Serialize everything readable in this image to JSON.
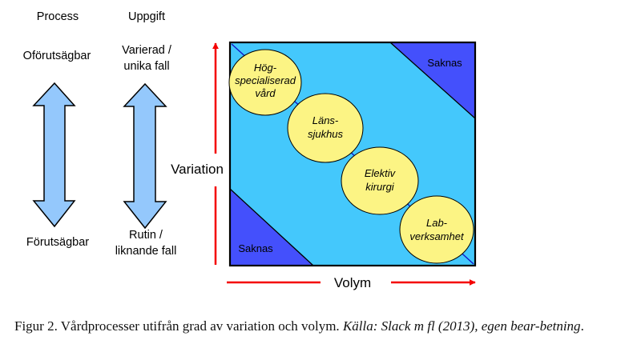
{
  "left_columns": {
    "process": {
      "header": "Process",
      "top_label": "Oförutsägbar",
      "bottom_label": "Förutsägbar"
    },
    "task": {
      "header": "Uppgift",
      "top_label_line1": "Varierad /",
      "top_label_line2": "unika fall",
      "bottom_label_line1": "Rutin /",
      "bottom_label_line2": "liknande fall"
    }
  },
  "matrix": {
    "y_axis_label": "Variation",
    "x_axis_label": "Volym",
    "top_right_region": "Saknas",
    "bottom_left_region": "Saknas",
    "process_types": [
      {
        "line1": "Hög-",
        "line2": "specialiserad",
        "line3": "vård"
      },
      {
        "line1": "Läns-",
        "line2": "sjukhus"
      },
      {
        "line1": "Elektiv",
        "line2": "kirurgi"
      },
      {
        "line1": "Lab-",
        "line2": "verksamhet"
      }
    ]
  },
  "caption": {
    "text": "Figur 2. Vårdprocesser utifrån grad av variation och volym.",
    "source_italic": "Källa: Slack m fl (2013), egen bear-betning",
    "end": "."
  },
  "colors": {
    "band": "#44c8fc",
    "missing_region": "#4450fc",
    "circle_fill": "#fcf484",
    "axis_arrow": "#f40000",
    "double_arrow_fill": "#94c8fc"
  }
}
